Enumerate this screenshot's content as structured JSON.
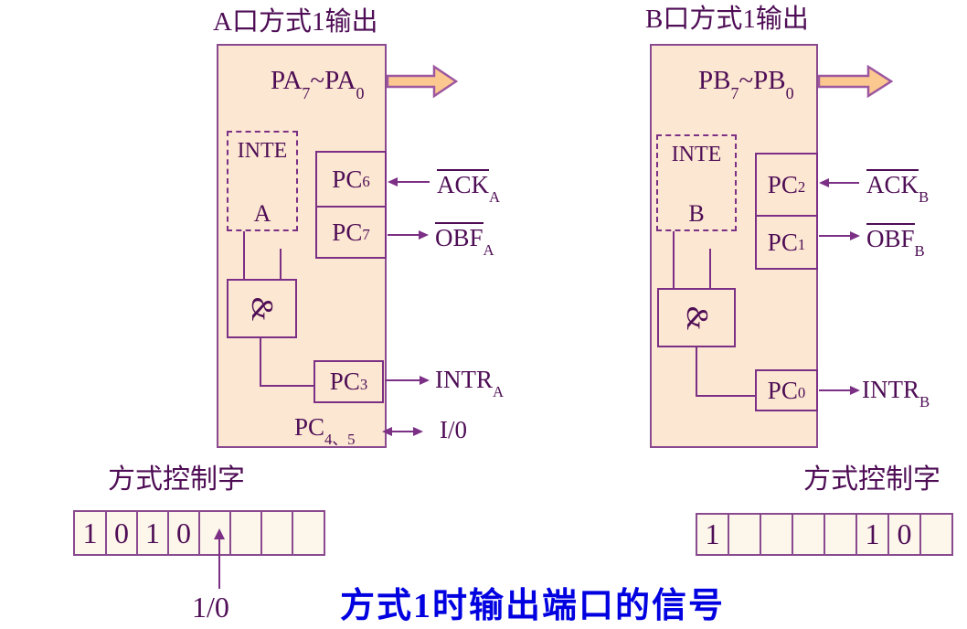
{
  "caption": "方式1时输出端口的信号",
  "colors": {
    "diagram_fill": "#FCE7D2",
    "diagram_border": "#8A4A8F",
    "wire_line": "#7B2F85",
    "text_ink": "#4E0D55",
    "bus_arrow_fill": "#FBC890",
    "bus_arrow_stroke": "#9C57A0",
    "bit_cell_fill": "#FDF6EB",
    "caption_blue": "#0000E0"
  },
  "port_a": {
    "title": "A口方式1输出",
    "bus": {
      "left": "PA",
      "left_sub": "7",
      "sep": "~",
      "right": "PA",
      "right_sub": "0"
    },
    "inte": {
      "name": "INTE",
      "suffix": "A"
    },
    "gate": "&",
    "pc_ack": {
      "name": "PC",
      "sub": "6"
    },
    "pc_obf": {
      "name": "PC",
      "sub": "7"
    },
    "pc_intr": {
      "name": "PC",
      "sub": "3"
    },
    "pc_io": {
      "name": "PC",
      "sub": "4、5"
    },
    "sig_ack": {
      "base": "ACK",
      "sub": "A"
    },
    "sig_obf": {
      "base": "OBF",
      "sub": "A"
    },
    "sig_intr": {
      "base": "INTR",
      "sub": "A"
    },
    "sig_io": {
      "base": "I/0"
    }
  },
  "control_a": {
    "label": "方式控制字",
    "bits": [
      "1",
      "0",
      "1",
      "0",
      "",
      "",
      "",
      ""
    ],
    "pointer_label": "1/0"
  },
  "port_b": {
    "title": "B口方式1输出",
    "bus": {
      "left": "PB",
      "left_sub": "7",
      "sep": "~",
      "right": "PB",
      "right_sub": "0"
    },
    "inte": {
      "name": "INTE",
      "suffix": "B"
    },
    "gate": "&",
    "pc_ack": {
      "name": "PC",
      "sub": "2"
    },
    "pc_obf": {
      "name": "PC",
      "sub": "1"
    },
    "pc_intr": {
      "name": "PC",
      "sub": "0"
    },
    "sig_ack": {
      "base": "ACK",
      "sub": "B"
    },
    "sig_obf": {
      "base": "OBF",
      "sub": "B"
    },
    "sig_intr": {
      "base": "INTR",
      "sub": "B"
    }
  },
  "control_b": {
    "label": "方式控制字",
    "bits": [
      "1",
      "",
      "",
      "",
      "",
      "1",
      "0",
      ""
    ]
  }
}
